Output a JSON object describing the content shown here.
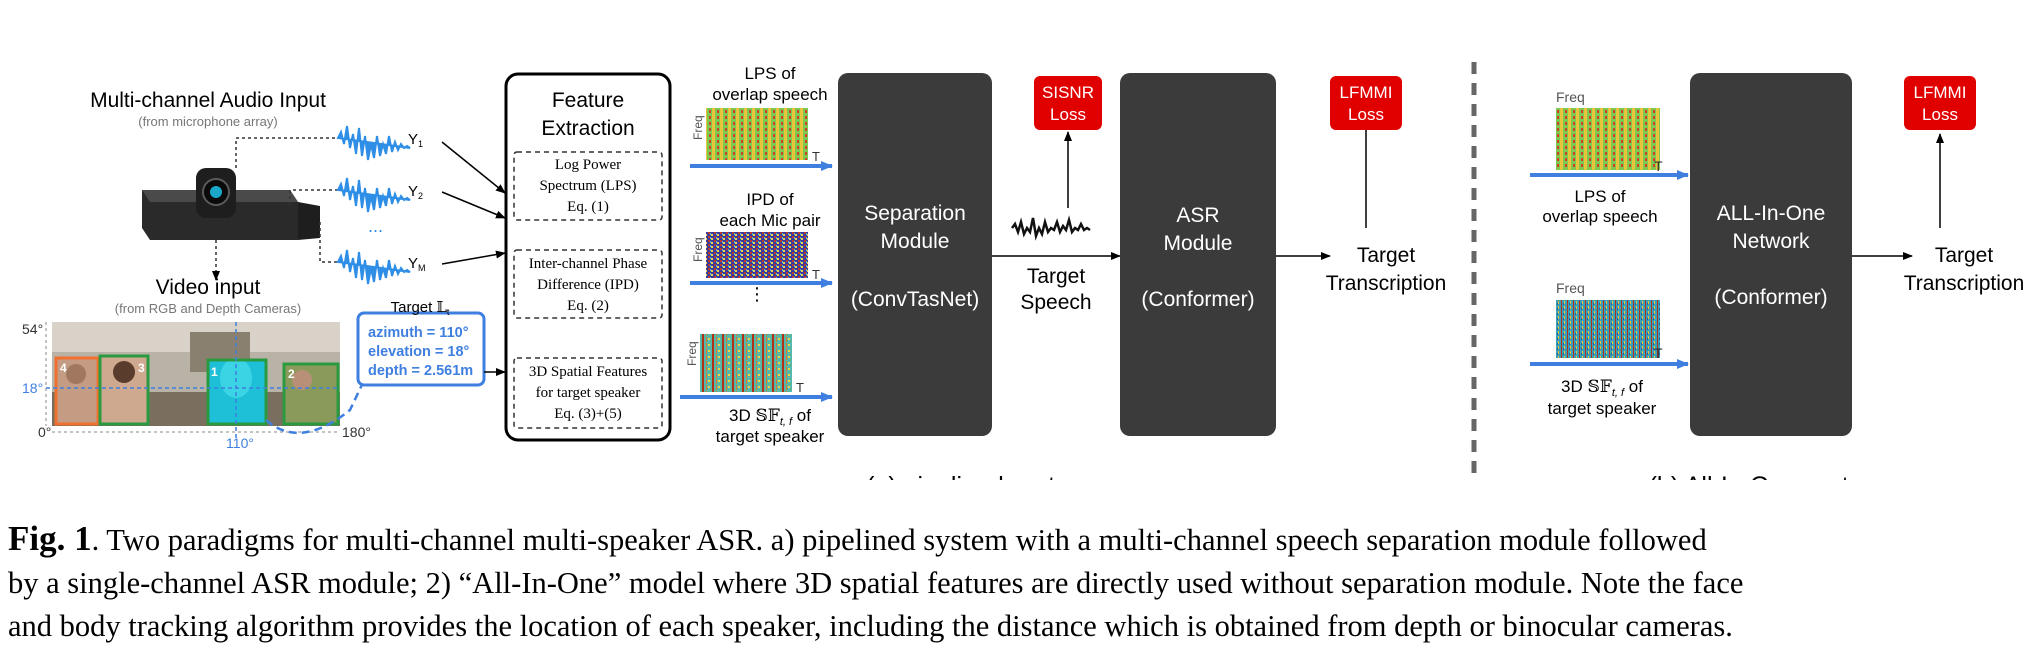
{
  "audio": {
    "title": "Multi-channel Audio Input",
    "subtitle": "(from microphone array)",
    "y1": "Y",
    "y1_sub": "1",
    "y2": "Y",
    "y2_sub": "2",
    "ydots": "...",
    "ym": "Y",
    "ym_sub": "M"
  },
  "video": {
    "title": "Video input",
    "subtitle": "(from RGB and Depth Cameras)",
    "deg54": "54°",
    "deg18": "18°",
    "deg0": "0°",
    "deg180": "180°",
    "deg110": "110°",
    "person_ids": [
      "4",
      "3",
      "1",
      "2"
    ]
  },
  "target": {
    "title": "Target",
    "symbol": "𝕃",
    "symbol_sub": "t",
    "azimuth": "azimuth = 110°",
    "elevation": "elevation = 18°",
    "depth": "depth = 2.561m"
  },
  "feature": {
    "title1": "Feature",
    "title2": "Extraction",
    "lps": [
      "Log Power",
      "Spectrum (LPS)",
      "Eq. (1)"
    ],
    "ipd": [
      "Inter-channel Phase",
      "Difference (IPD)",
      "Eq. (2)"
    ],
    "sf": [
      "3D Spatial Features",
      "for target speaker",
      "Eq. (3)+(5)"
    ]
  },
  "specs_a": {
    "lps_label": [
      "LPS of",
      "overlap speech"
    ],
    "ipd_label": [
      "IPD of",
      "each Mic pair"
    ],
    "sf_label_pre": "3D ",
    "sf_symbol": "𝕊𝔽",
    "sf_sub": "t, f",
    "sf_label_post": " of",
    "sf_label2": "target speaker",
    "freq": "Freq",
    "t": "T",
    "vdots": "⋮"
  },
  "separation": {
    "line1": "Separation",
    "line2": "Module",
    "line3": "(ConvTasNet)"
  },
  "target_speech": [
    "Target",
    "Speech"
  ],
  "sisnr": [
    "SISNR",
    "Loss"
  ],
  "asr": {
    "line1": "ASR",
    "line2": "Module",
    "line3": "(Conformer)"
  },
  "lfmmi_a": [
    "LFMMI",
    "Loss"
  ],
  "transcription_a": [
    "Target",
    "Transcription"
  ],
  "caption_a": "(a) pipelined system",
  "specs_b": {
    "freq": "Freq",
    "t": "T",
    "lps_label": [
      "LPS of",
      "overlap speech"
    ],
    "sf_label_pre": "3D ",
    "sf_symbol": "𝕊𝔽",
    "sf_sub": "t, f",
    "sf_label_post": " of",
    "sf_label2": "target speaker"
  },
  "allinone": {
    "line1": "ALL-In-One",
    "line2": "Network",
    "line3": "(Conformer)"
  },
  "lfmmi_b": [
    "LFMMI",
    "Loss"
  ],
  "transcription_b": [
    "Target",
    "Transcription"
  ],
  "caption_b": "(b) All-In-One system",
  "figure_caption": {
    "label": "Fig. 1",
    "lines": [
      ". Two paradigms for multi-channel multi-speaker ASR. a) pipelined system with a multi-channel speech separation module followed",
      "by a single-channel ASR module; 2) “All-In-One” model where 3D spatial features are directly used without separation module. Note the face",
      "and body tracking algorithm provides the location of each speaker, including the distance which is obtained from depth or binocular cameras."
    ]
  },
  "colors": {
    "loss_red": "#e00000",
    "module_dark": "#3b3b3b",
    "accent_blue": "#3f7fe0",
    "wave_blue": "#2f8ee6"
  }
}
